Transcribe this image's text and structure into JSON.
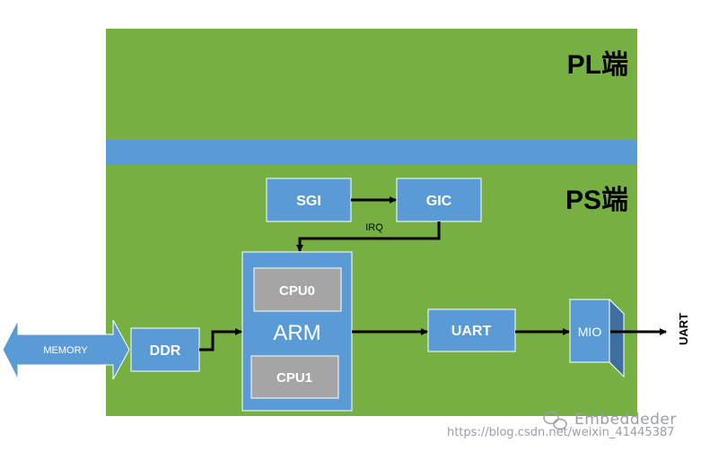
{
  "colors": {
    "green": "#76b043",
    "blue": "#5b9bd5",
    "gray": "#a5a5a5",
    "white": "#ffffff",
    "black": "#000000"
  },
  "regions": {
    "pl_label": "PL端",
    "ps_label": "PS端"
  },
  "blocks": {
    "sgi": "SGI",
    "gic": "GIC",
    "arm": "ARM",
    "cpu0": "CPU0",
    "cpu1": "CPU1",
    "ddr": "DDR",
    "uart": "UART",
    "mio": "MIO",
    "memory": "MEMORY"
  },
  "signals": {
    "irq": "IRQ",
    "uart_out": "UART"
  },
  "watermark": {
    "icon": "wechat-icon",
    "brand": "Embeddeder",
    "url": "https://blog.csdn.net/weixin_41445387"
  }
}
